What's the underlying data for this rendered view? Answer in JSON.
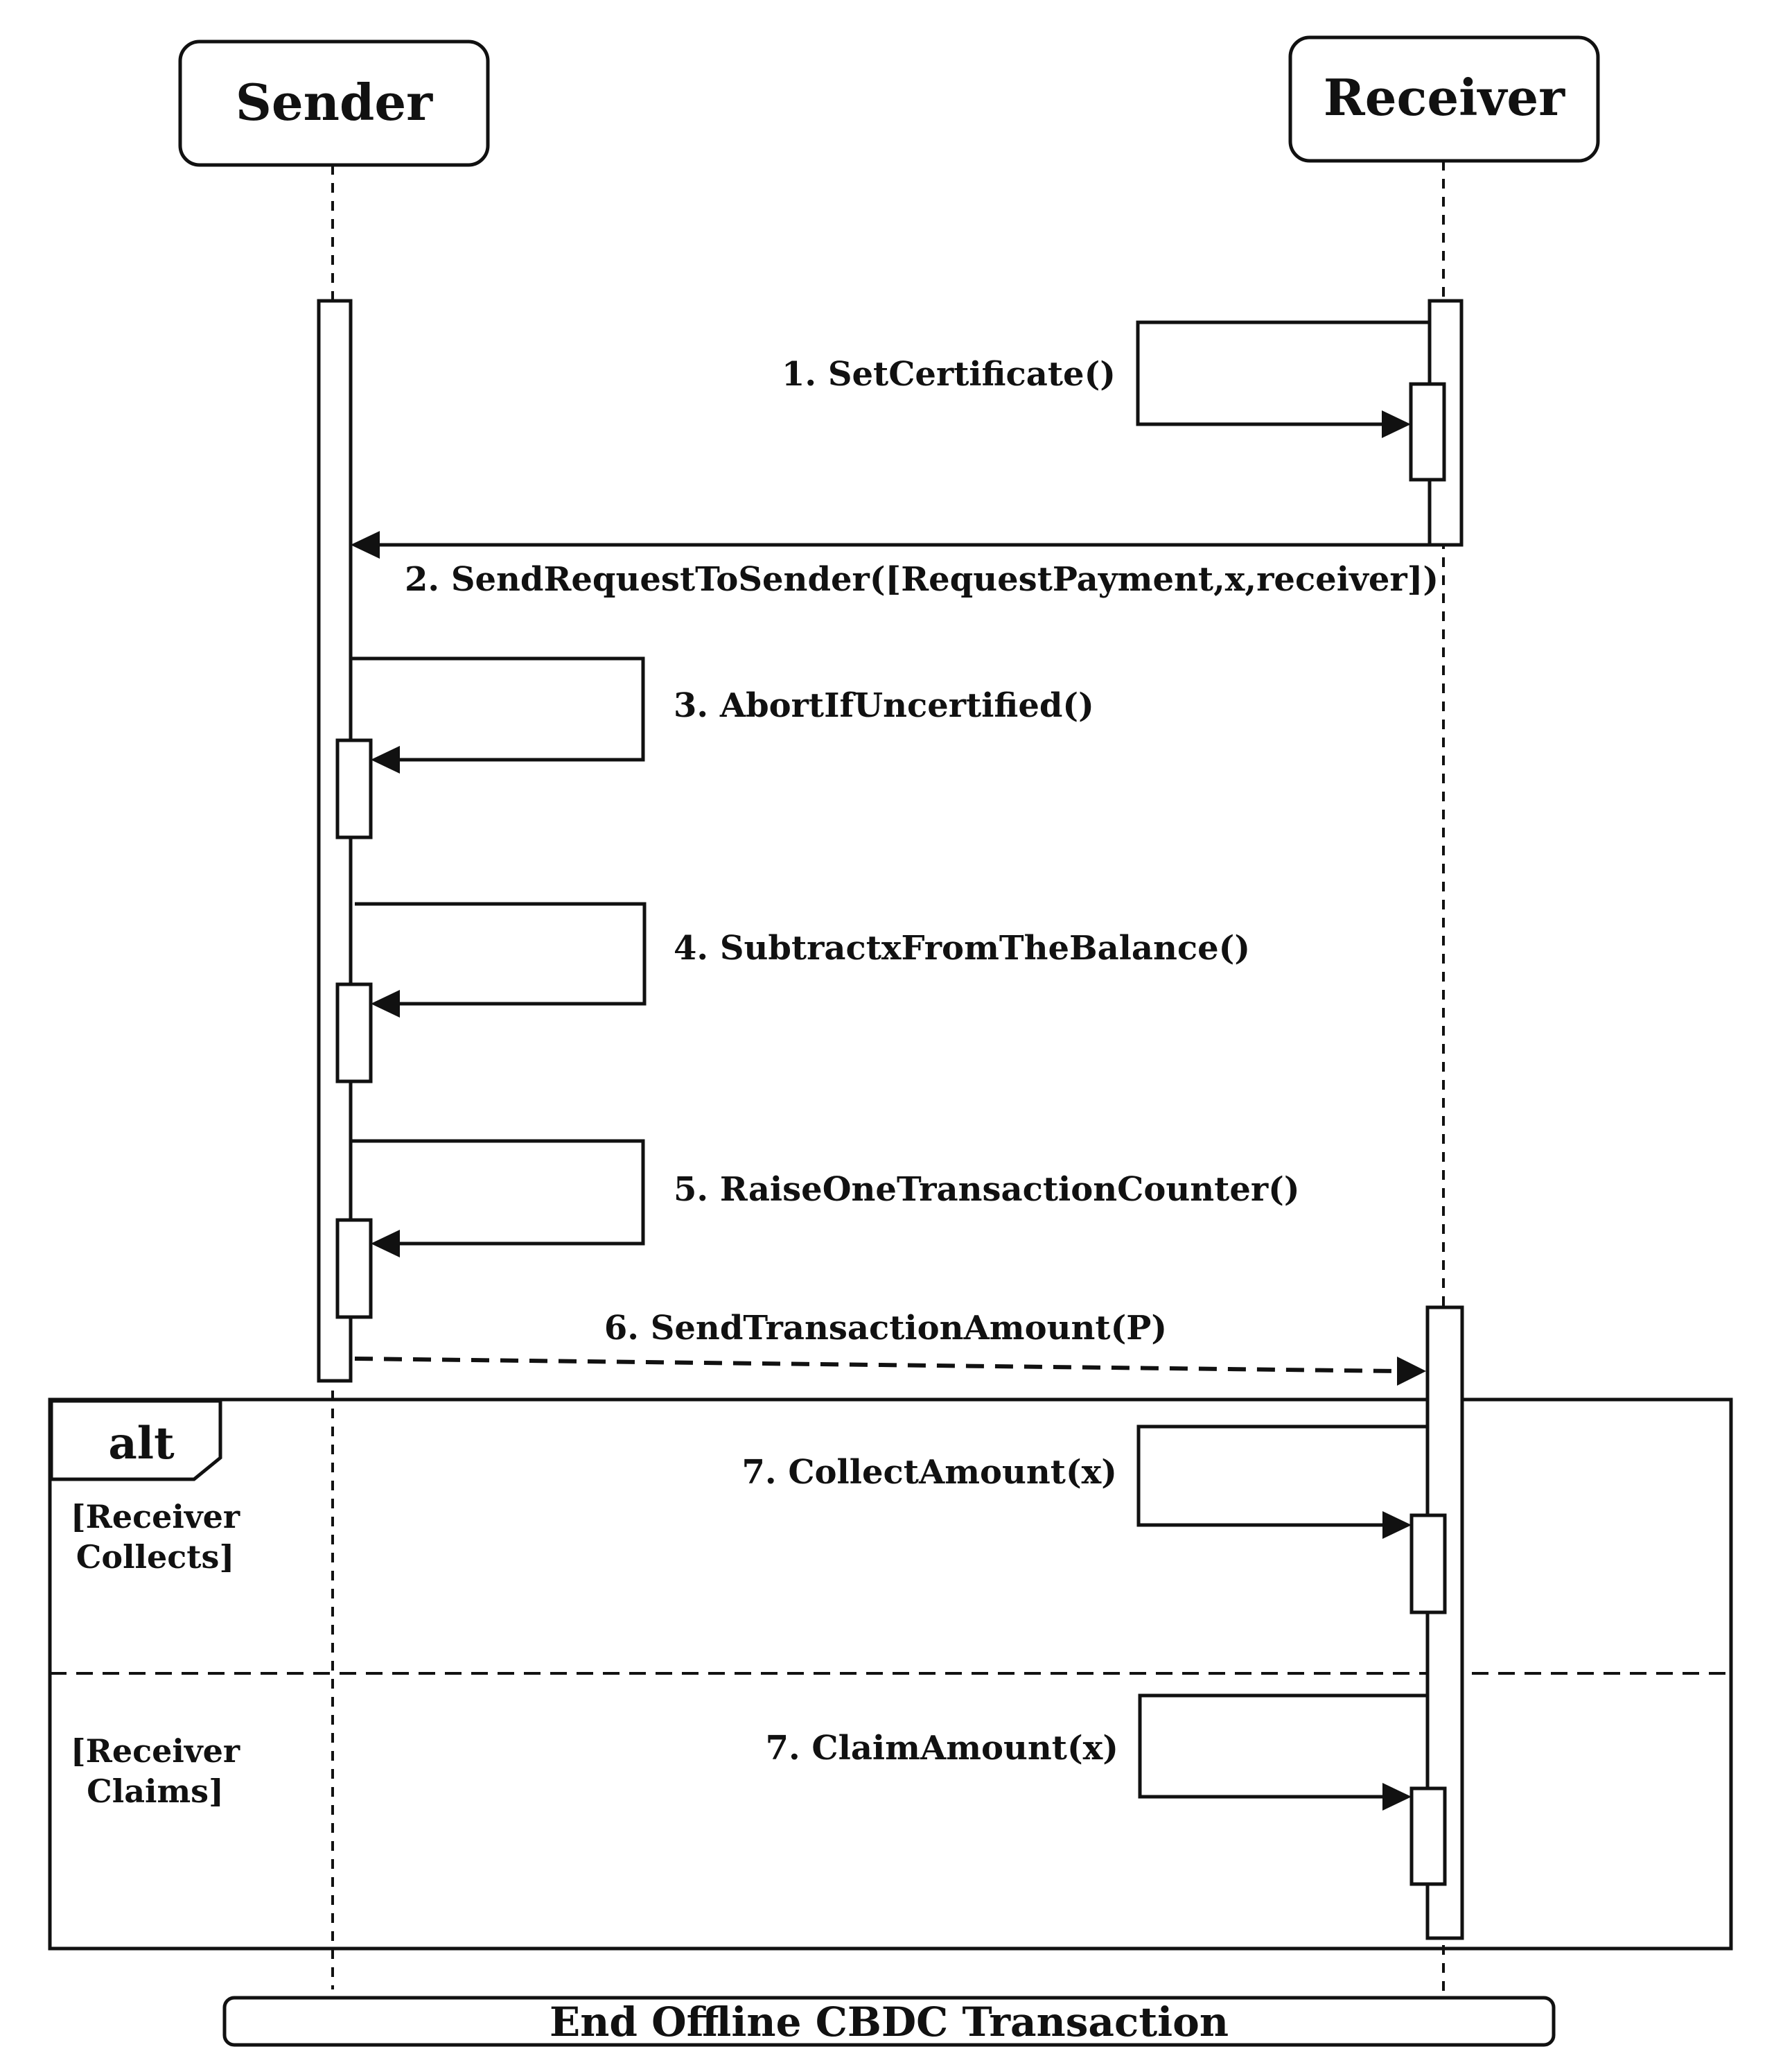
{
  "actors": {
    "sender": "Sender",
    "receiver": "Receiver"
  },
  "messages": {
    "m1": "1. SetCertificate()",
    "m2": "2. SendRequestToSender([RequestPayment,x,receiver])",
    "m3": "3. AbortIfUncertified()",
    "m4": "4. SubtractxFromTheBalance()",
    "m5": "5. RaiseOneTransactionCounter()",
    "m6": "6. SendTransactionAmount(P)",
    "m7a": "7. CollectAmount(x)",
    "m7b": "7. ClaimAmount(x)"
  },
  "alt_frame": {
    "operator": "alt",
    "guard1_line1": "[Receiver",
    "guard1_line2": "Collects]",
    "guard2_line1": "[Receiver",
    "guard2_line2": "Claims]"
  },
  "footer": {
    "end_label": "End Offline CBDC Transaction"
  }
}
